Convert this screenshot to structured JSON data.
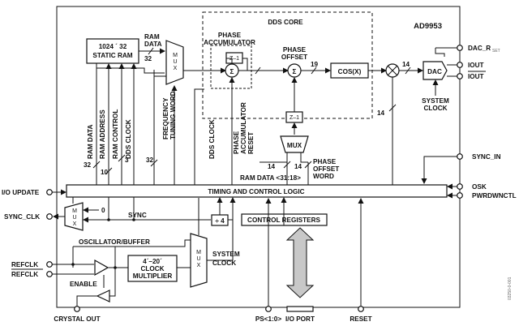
{
  "title": "AD9953",
  "dds_core": "DDS CORE",
  "blocks": {
    "static_ram": [
      "1024 ´ 32",
      "STATIC RAM"
    ],
    "mux": "MUX",
    "phase_accum_reg": "Z–1",
    "offset_reg": "Z–1",
    "cos": "COS(X)",
    "dac": "DAC",
    "timing": "TIMING AND CONTROL LOGIC",
    "control_registers": "CONTROL REGISTERS",
    "div4": "÷ 4",
    "clock_mult": [
      "4´–20´",
      "CLOCK",
      "MULTIPLIER"
    ],
    "sum": "Σ"
  },
  "labels": {
    "ram_data_top": [
      "RAM",
      "DATA"
    ],
    "bus_32a": "32",
    "phase_accum": [
      "PHASE",
      "ACCUMULATOR"
    ],
    "phase_offset": [
      "PHASE",
      "OFFSET"
    ],
    "bus_19": "19",
    "bus_14a": "14",
    "bus_14b": "14",
    "bus_14c": "14",
    "bus_14d": "14",
    "ram_data": "RAM DATA",
    "ram_address": "RAM ADDRESS",
    "ram_control": "RAM CONTROL",
    "dds_clock_v": "DDS CLOCK",
    "freq_word": [
      "FREQUENCY",
      "TUNING WORD"
    ],
    "dds_clock2": "DDS CLOCK",
    "phase_accum_reset": [
      "PHASE",
      "ACCUMULATOR",
      "RESET"
    ],
    "phase_offset_word": [
      "PHASE",
      "OFFSET",
      "WORD"
    ],
    "ram_data_bits": "RAM DATA <31:18>",
    "bus_32b": "32",
    "bus_10": "10",
    "bus_3": "3",
    "bus_32c": "32",
    "system_clock_right": [
      "SYSTEM",
      "CLOCK"
    ],
    "sync": "SYNC",
    "zero": "0",
    "osc": "OSCILLATOR/BUFFER",
    "enable": "ENABLE",
    "system_clock_bottom": [
      "SYSTEM",
      "CLOCK"
    ],
    "version": "03250-0-001"
  },
  "pins": {
    "dac_rset": "DAC_R",
    "dac_rset_sub": "SET",
    "iout": "IOUT",
    "iout_bar": "IOUT",
    "sync_in": "SYNC_IN",
    "osk": "OSK",
    "pwrdwnctl": "PWRDWNCTL",
    "io_update": "I/O UPDATE",
    "sync_clk": "SYNC_CLK",
    "refclk": "REFCLK",
    "refclk_bar": "REFCLK",
    "crystal_out": "CRYSTAL OUT",
    "ps": "PS<1:0>",
    "io_port": "I/O PORT",
    "reset": "RESET"
  }
}
